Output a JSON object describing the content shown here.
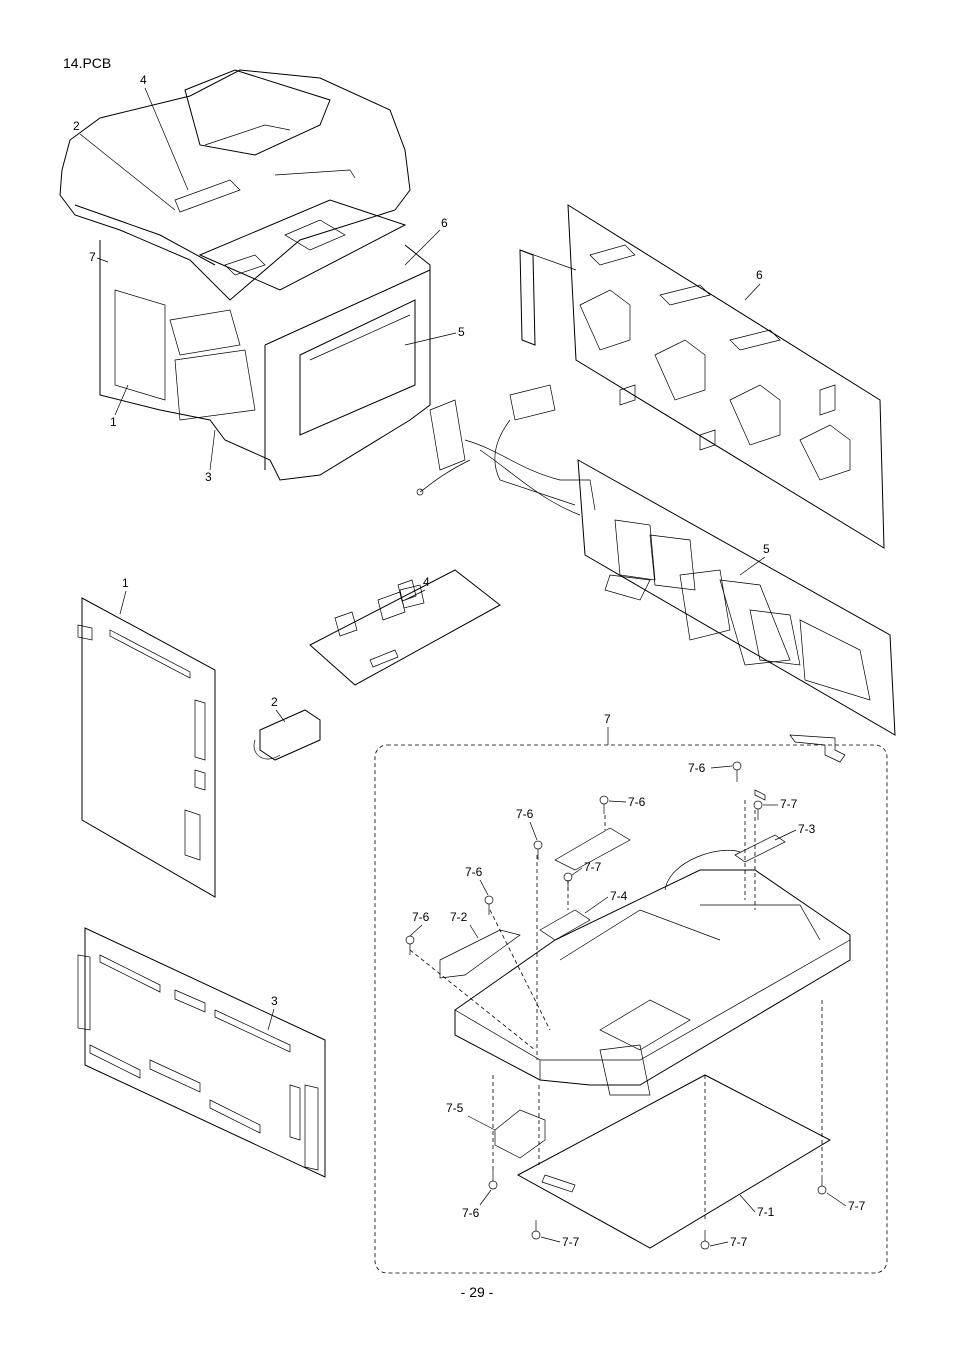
{
  "page": {
    "section_title": "14.PCB",
    "page_number": "- 29 -"
  },
  "diagram": {
    "callouts": {
      "printer": [
        "4",
        "2",
        "7",
        "6",
        "5",
        "1",
        "3"
      ],
      "board_6": "6",
      "board_5": "5",
      "board_4": "4",
      "board_1": "1",
      "part_2": "2",
      "board_3": "3",
      "assembly_7": "7",
      "sub": {
        "p7_6a": "7-6",
        "p7_6b": "7-6",
        "p7_6c": "7-6",
        "p7_6d": "7-6",
        "p7_6e": "7-6",
        "p7_6f": "7-6",
        "p7_7a": "7-7",
        "p7_7b": "7-7",
        "p7_7c": "7-7",
        "p7_7d": "7-7",
        "p7_7e": "7-7",
        "p7_3": "7-3",
        "p7_4": "7-4",
        "p7_2": "7-2",
        "p7_5": "7-5",
        "p7_1": "7-1"
      }
    }
  }
}
